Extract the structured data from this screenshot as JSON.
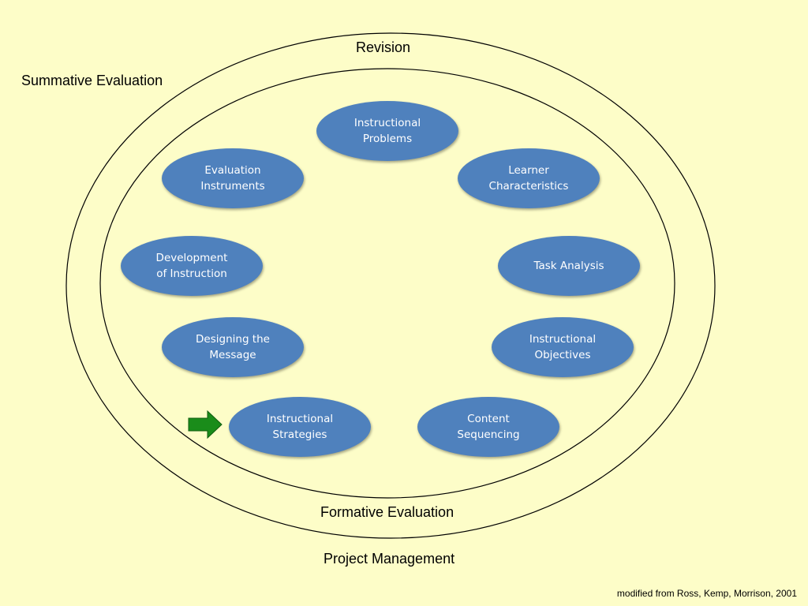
{
  "labels": {
    "revision": "Revision",
    "summative": "Summative Evaluation",
    "formative": "Formative Evaluation",
    "project": "Project Management"
  },
  "nodes": [
    {
      "id": "instructional-problems",
      "text": "Instructional\nProblems"
    },
    {
      "id": "learner-characteristics",
      "text": "Learner\nCharacteristics"
    },
    {
      "id": "task-analysis",
      "text": "Task Analysis"
    },
    {
      "id": "instructional-objectives",
      "text": "Instructional\nObjectives"
    },
    {
      "id": "content-sequencing",
      "text": "Content\nSequencing"
    },
    {
      "id": "instructional-strategies",
      "text": "Instructional\nStrategies"
    },
    {
      "id": "designing-the-message",
      "text": "Designing the\nMessage"
    },
    {
      "id": "development-of-instruction",
      "text": "Development\nof Instruction"
    },
    {
      "id": "evaluation-instruments",
      "text": "Evaluation\nInstruments"
    }
  ],
  "credit": "modified from Ross, Kemp, Morrison, 2001",
  "colors": {
    "background": "#fdfdc8",
    "node_fill": "#4f81bd",
    "node_text": "#ffffff",
    "arrow": "#1a8c1a"
  },
  "icons": {
    "pointer": "arrow-right-icon"
  }
}
